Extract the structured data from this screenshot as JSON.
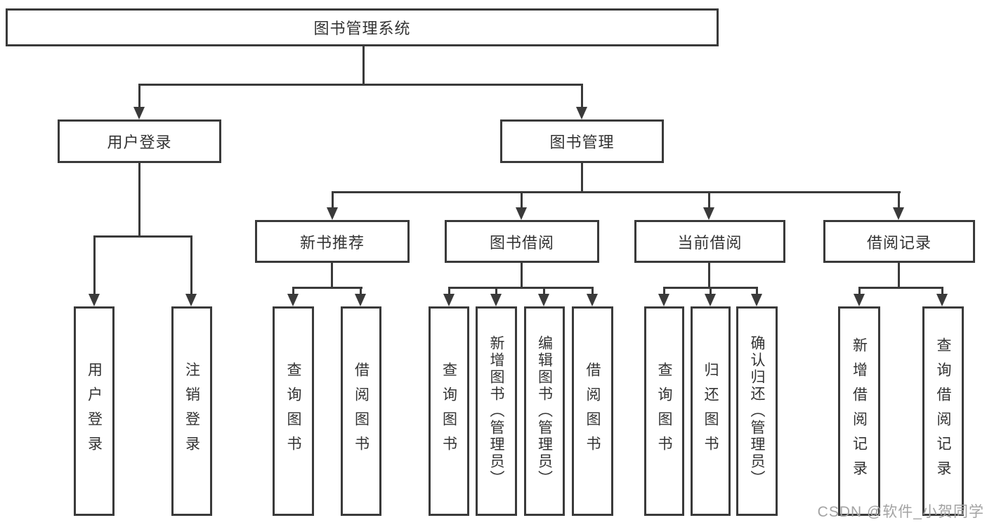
{
  "tree": {
    "root": "图书管理系统",
    "branches": [
      {
        "label": "用户登录",
        "children": [
          "用户登录",
          "注销登录"
        ]
      },
      {
        "label": "图书管理",
        "sections": [
          {
            "label": "新书推荐",
            "children": [
              "查询图书",
              "借阅图书"
            ]
          },
          {
            "label": "图书借阅",
            "children": [
              "查询图书",
              "新增图书（管理员）",
              "编辑图书（管理员）",
              "借阅图书"
            ]
          },
          {
            "label": "当前借阅",
            "children": [
              "查询图书",
              "归还图书",
              "确认归还（管理员）"
            ]
          },
          {
            "label": "借阅记录",
            "children": [
              "新增借阅记录",
              "查询借阅记录"
            ]
          }
        ]
      }
    ]
  },
  "watermark": {
    "text": "CSDN @软件_小贺同学"
  },
  "colors": {
    "line": "#3a3a3a",
    "text": "#333333",
    "watermark": "#a3a3a3",
    "background": "#ffffff"
  }
}
